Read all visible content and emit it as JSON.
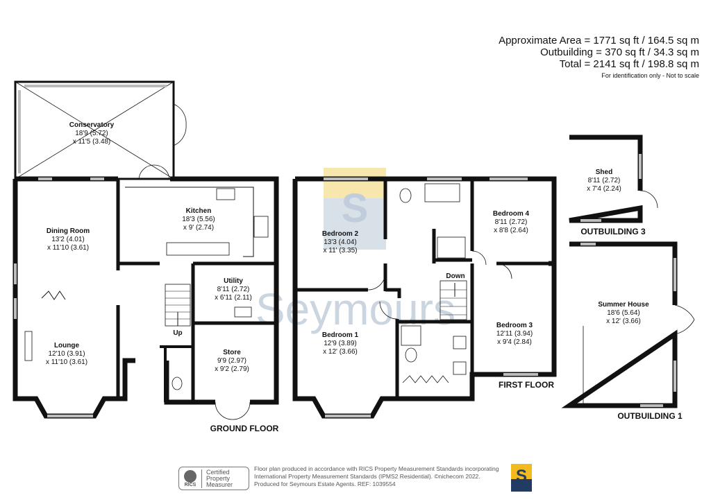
{
  "areas": {
    "line1": "Approximate Area = 1771 sq ft / 164.5 sq m",
    "line2": "Outbuilding = 370 sq ft / 34.3 sq m",
    "line3": "Total = 2141 sq ft / 198.8 sq m",
    "note": "For identification only - Not to scale"
  },
  "watermark": {
    "text": "Seymours",
    "logo_letter": "S"
  },
  "rooms": {
    "conservatory": {
      "name": "Conservatory",
      "dim1": "18'9 (5.72)",
      "dim2": "x 11'5 (3.48)"
    },
    "kitchen": {
      "name": "Kitchen",
      "dim1": "18'3 (5.56)",
      "dim2": "x 9' (2.74)"
    },
    "dining": {
      "name": "Dining Room",
      "dim1": "13'2 (4.01)",
      "dim2": "x 11'10 (3.61)"
    },
    "utility": {
      "name": "Utility",
      "dim1": "8'11 (2.72)",
      "dim2": "x 6'11 (2.11)"
    },
    "lounge": {
      "name": "Lounge",
      "dim1": "12'10 (3.91)",
      "dim2": "x 11'10 (3.61)"
    },
    "store": {
      "name": "Store",
      "dim1": "9'9 (2.97)",
      "dim2": "x 9'2 (2.79)"
    },
    "up": {
      "name": "Up"
    },
    "bedroom2": {
      "name": "Bedroom 2",
      "dim1": "13'3 (4.04)",
      "dim2": "x 11' (3.35)"
    },
    "bedroom4": {
      "name": "Bedroom 4",
      "dim1": "8'11 (2.72)",
      "dim2": "x 8'8 (2.64)"
    },
    "bedroom1": {
      "name": "Bedroom 1",
      "dim1": "12'9 (3.89)",
      "dim2": "x 12' (3.66)"
    },
    "bedroom3": {
      "name": "Bedroom 3",
      "dim1": "12'11 (3.94)",
      "dim2": "x 9'4 (2.84)"
    },
    "down": {
      "name": "Down"
    },
    "shed": {
      "name": "Shed",
      "dim1": "8'11 (2.72)",
      "dim2": "x 7'4 (2.24)"
    },
    "summer": {
      "name": "Summer House",
      "dim1": "18'6 (5.64)",
      "dim2": "x 12' (3.66)"
    }
  },
  "floors": {
    "ground": "GROUND FLOOR",
    "first": "FIRST FLOOR",
    "out3": "OUTBUILDING 3",
    "out1": "OUTBUILDING 1"
  },
  "footer": {
    "rics_abbrev": "RICS",
    "rics_line1": "Certified",
    "rics_line2": "Property",
    "rics_line3": "Measurer",
    "text1": "Floor plan produced in accordance with RICS Property Measurement Standards incorporating",
    "text2": "International Property Measurement Standards (IPMS2 Residential).  ©nichecom 2022.",
    "text3": "Produced for Seymours Estate Agents.   REF:  1039554",
    "brand_letter": "S"
  },
  "colors": {
    "wall": "#111111",
    "window": "#bdbdbd",
    "accent_yellow": "#f1bb1f",
    "accent_navy": "#213b63",
    "watermark": "#b9c7d6"
  }
}
